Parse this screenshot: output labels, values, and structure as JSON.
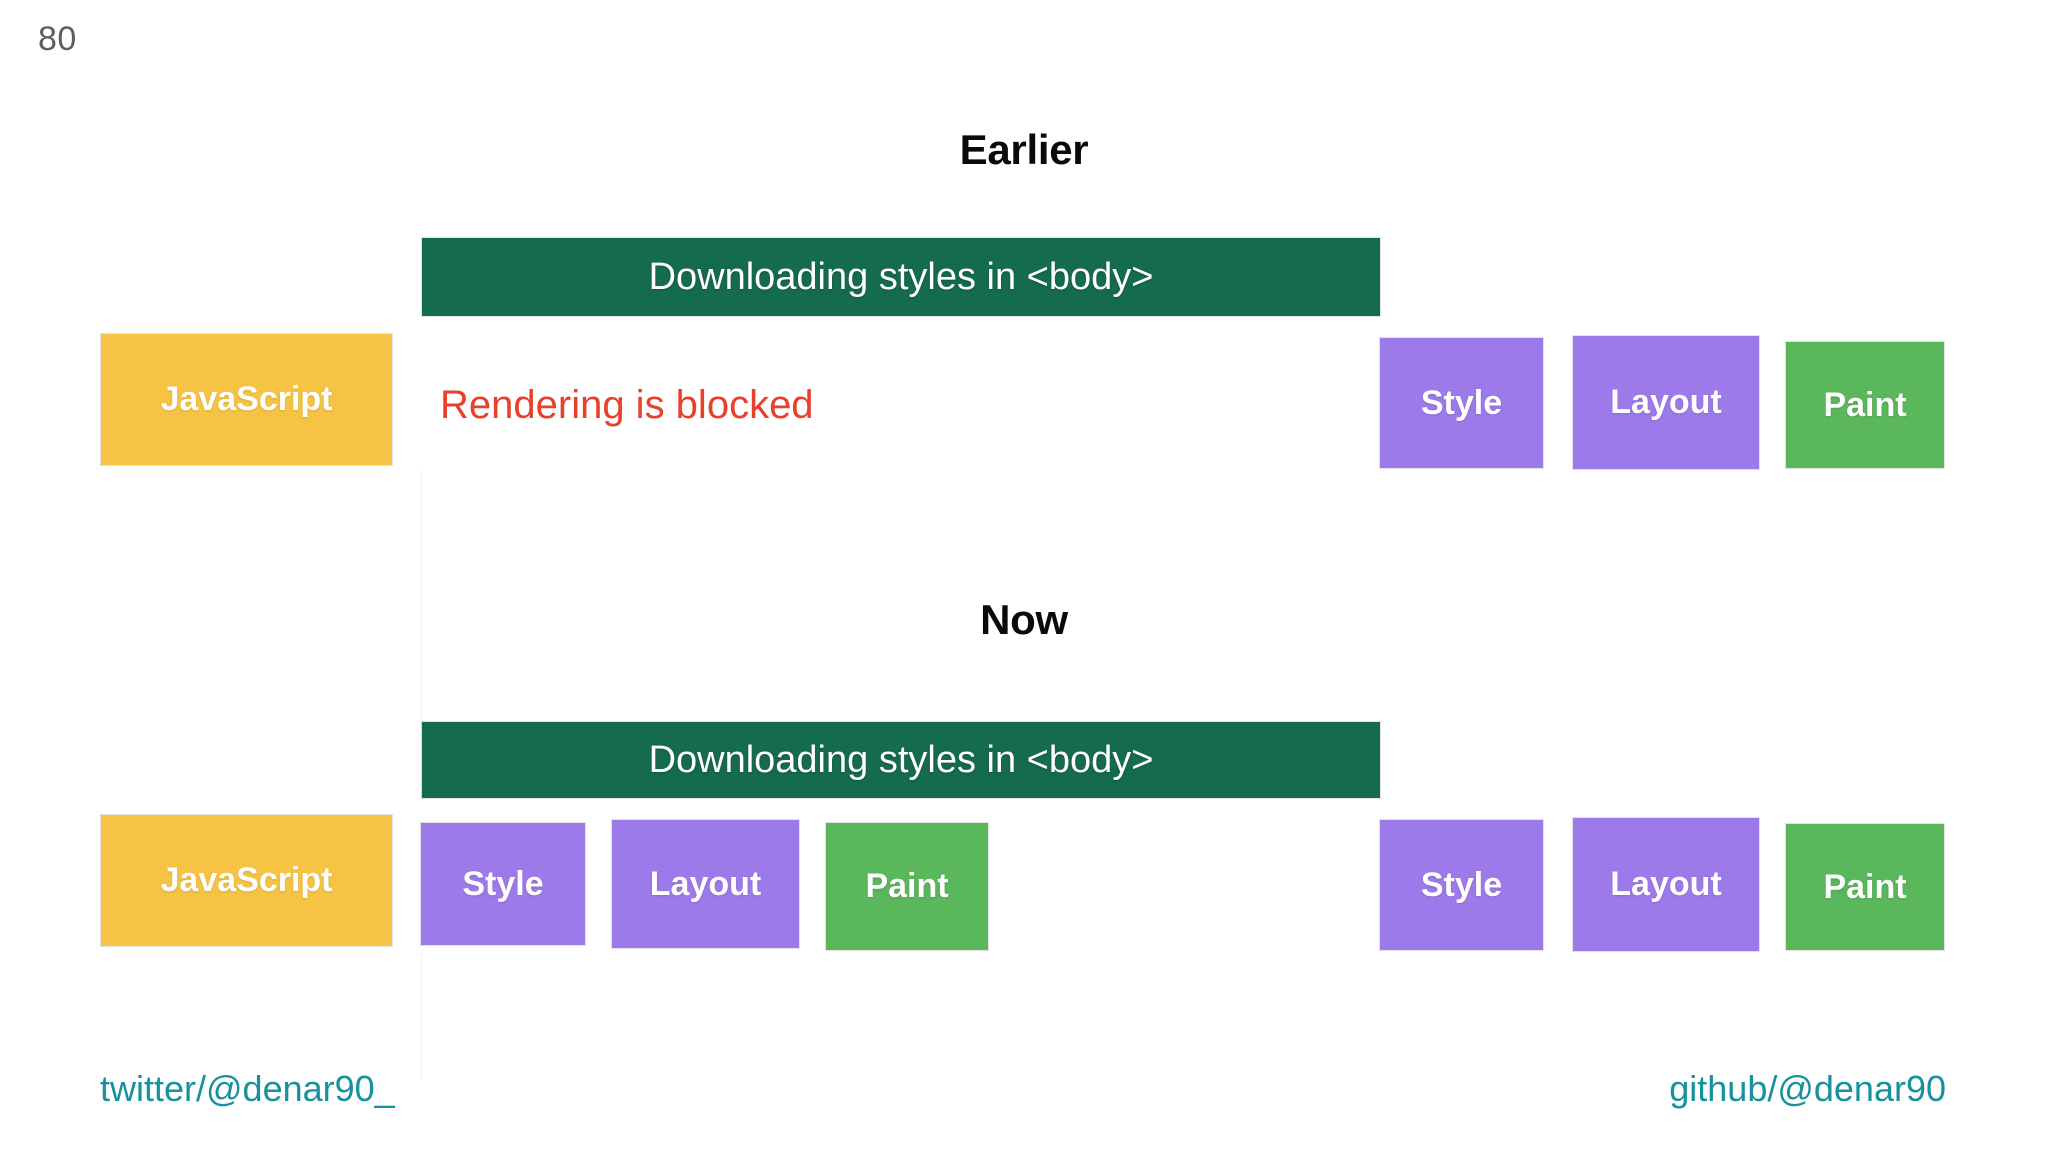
{
  "slide": {
    "number": "80",
    "background": "#ffffff"
  },
  "colors": {
    "javascript": "#f6c344",
    "style": "#9d7ae9",
    "layout": "#9d7ae9",
    "paint": "#5bb75c",
    "download_bar": "#156b4f",
    "blocked_text": "#e8402a",
    "link": "#16919d",
    "heading": "#0a0a0a",
    "slide_number": "#5e5e5e"
  },
  "sections": [
    {
      "id": "earlier",
      "title": "Earlier",
      "download_bar": {
        "label": "Downloading styles in <body>"
      },
      "left_blocks": [
        {
          "label": "JavaScript",
          "kind": "javascript"
        }
      ],
      "note": "Rendering is blocked",
      "right_blocks": [
        {
          "label": "Style",
          "kind": "style"
        },
        {
          "label": "Layout",
          "kind": "layout"
        },
        {
          "label": "Paint",
          "kind": "paint"
        }
      ]
    },
    {
      "id": "now",
      "title": "Now",
      "download_bar": {
        "label": "Downloading styles in <body>"
      },
      "left_blocks": [
        {
          "label": "JavaScript",
          "kind": "javascript"
        },
        {
          "label": "Style",
          "kind": "style"
        },
        {
          "label": "Layout",
          "kind": "layout"
        },
        {
          "label": "Paint",
          "kind": "paint"
        }
      ],
      "note": "",
      "right_blocks": [
        {
          "label": "Style",
          "kind": "style"
        },
        {
          "label": "Layout",
          "kind": "layout"
        },
        {
          "label": "Paint",
          "kind": "paint"
        }
      ]
    }
  ],
  "footer": {
    "twitter": "twitter/@denar90_",
    "github": "github/@denar90"
  }
}
